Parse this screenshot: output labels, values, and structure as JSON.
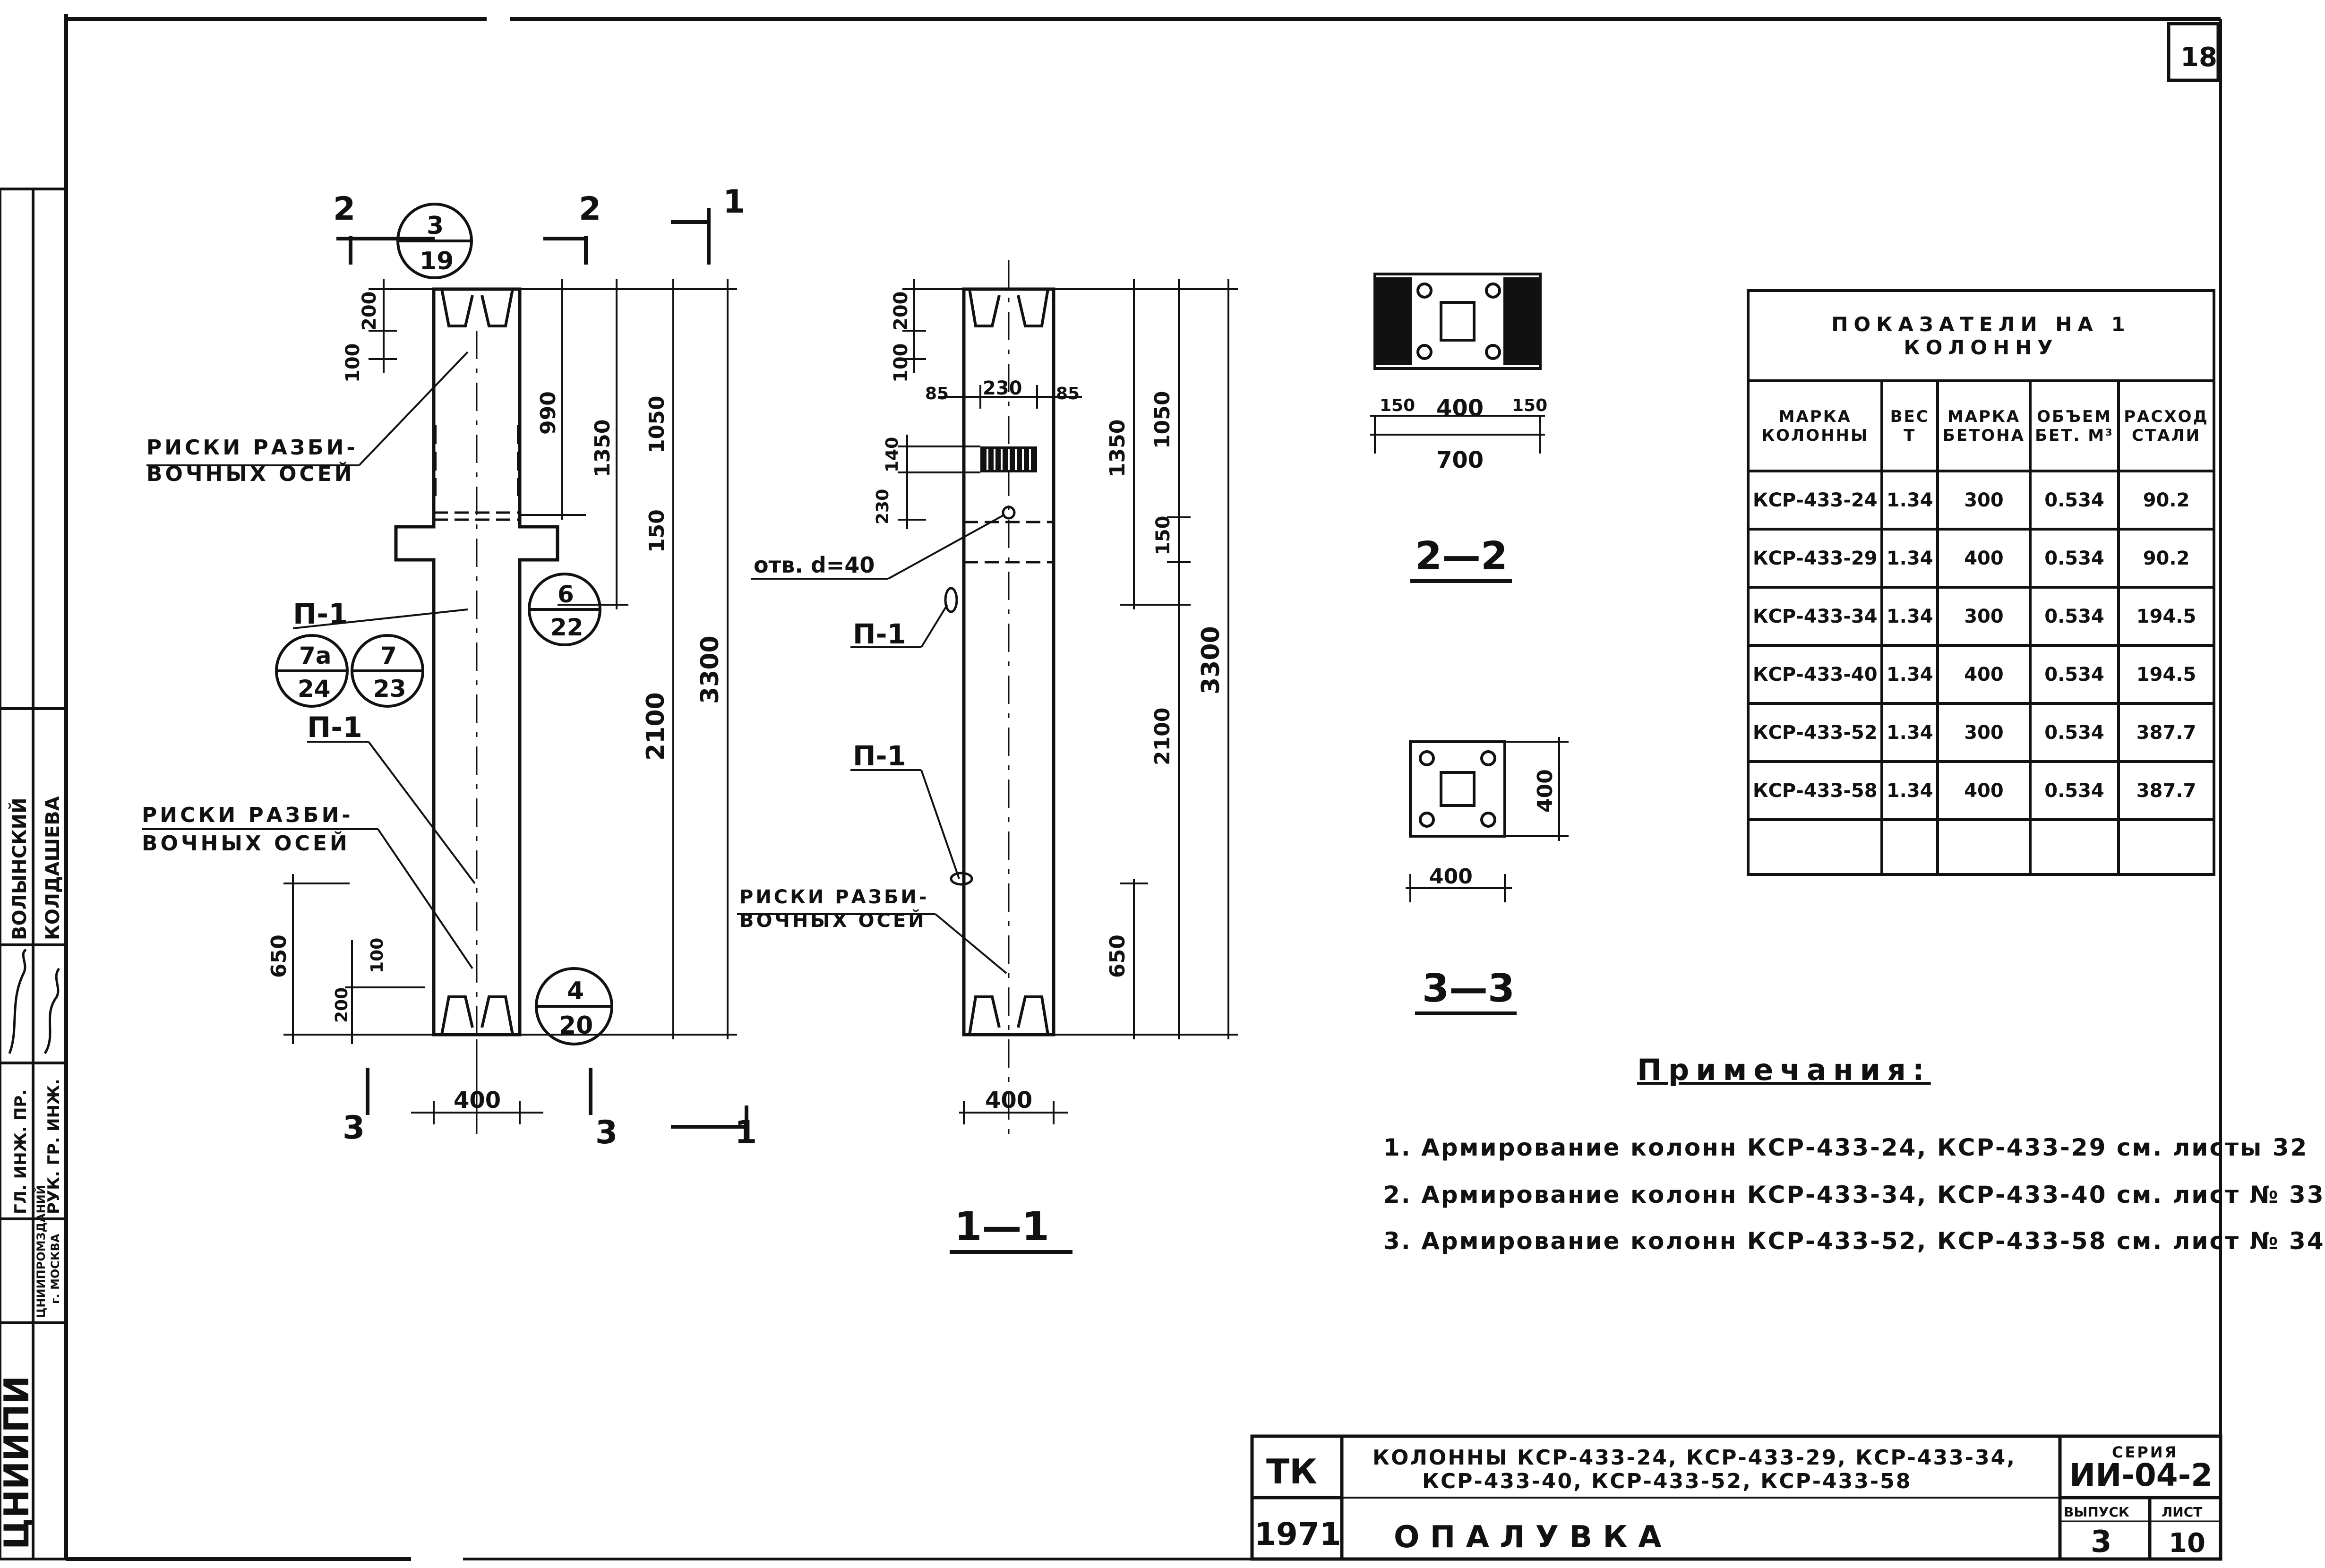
{
  "sheet_number": "18",
  "elevation_a": {
    "section_marks": {
      "top_left": "2",
      "top_right": "2",
      "axis_top": "1",
      "bottom_left": "3",
      "bottom_right": "3",
      "axis_bottom": "1"
    },
    "dims_top": {
      "d100": "100",
      "d200": "200"
    },
    "dims_right": {
      "d990": "990",
      "d1350": "1350",
      "d1050": "1050",
      "d150": "150",
      "d2100": "2100",
      "d3300": "3300"
    },
    "dims_bottom": {
      "d650": "650",
      "d200": "200",
      "d100": "100",
      "width": "400"
    },
    "callouts": [
      {
        "num": "3",
        "den": "19"
      },
      {
        "num": "6",
        "den": "22"
      },
      {
        "num": "7a",
        "den": "24"
      },
      {
        "num": "7",
        "den": "23"
      },
      {
        "num": "4",
        "den": "20"
      }
    ],
    "labels": {
      "risks_top_1": "РИСКИ РАЗБИ-",
      "risks_top_2": "ВОЧНЫХ ОСЕЙ",
      "p1_upper": "П-1",
      "p1_lower": "П-1",
      "risks_bot_1": "РИСКИ РАЗБИ-",
      "risks_bot_2": "ВОЧНЫХ ОСЕЙ"
    }
  },
  "elevation_b": {
    "dims_top": {
      "d100": "100",
      "d200": "200",
      "d85l": "85",
      "d230": "230",
      "d85r": "85",
      "d140": "140",
      "d230v": "230"
    },
    "dims_right": {
      "d1350": "1350",
      "d1050": "1050",
      "d150": "150",
      "d2100": "2100",
      "d3300": "3300",
      "d650": "650"
    },
    "width": "400",
    "labels": {
      "hole": "отв. d=40",
      "p1_upper": "П-1",
      "p1_lower": "П-1",
      "risks_1": "РИСКИ РАЗБИ-",
      "risks_2": "ВОЧНЫХ ОСЕЙ"
    },
    "section_title": "1—1"
  },
  "section_22": {
    "title": "2—2",
    "d150l": "150",
    "d400": "400",
    "d150r": "150",
    "d700": "700"
  },
  "section_33": {
    "title": "3—3",
    "width": "400",
    "height": "400"
  },
  "indicators_table": {
    "caption": "ПОКАЗАТЕЛИ НА 1 КОЛОННУ",
    "headers": [
      [
        "МАРКА",
        "КОЛОННЫ"
      ],
      [
        "ВЕС",
        "Т"
      ],
      [
        "МАРКА",
        "БЕТОНА"
      ],
      [
        "ОБЪЕМ",
        "БЕТ. М³"
      ],
      [
        "РАСХОД",
        "СТАЛИ"
      ]
    ],
    "rows": [
      [
        "КСР-433-24",
        "1.34",
        "300",
        "0.534",
        "90.2"
      ],
      [
        "КСР-433-29",
        "1.34",
        "400",
        "0.534",
        "90.2"
      ],
      [
        "КСР-433-34",
        "1.34",
        "300",
        "0.534",
        "194.5"
      ],
      [
        "КСР-433-40",
        "1.34",
        "400",
        "0.534",
        "194.5"
      ],
      [
        "КСР-433-52",
        "1.34",
        "300",
        "0.534",
        "387.7"
      ],
      [
        "КСР-433-58",
        "1.34",
        "400",
        "0.534",
        "387.7"
      ]
    ]
  },
  "notes": {
    "title": "Примечания:",
    "items": [
      "1. Армирование колонн КСР-433-24, КСР-433-29 см. листы 32",
      "2. Армирование колонн КСР-433-34, КСР-433-40 см. лист № 33",
      "3. Армирование колонн КСР-433-52, КСР-433-58 см. лист № 34"
    ]
  },
  "side_stamp": {
    "org": "ЦНИИПИ",
    "org_sub_1": "ЦНИИПРОМЗДАНИЙ",
    "org_sub_2": "г. МОСКВА",
    "role_1": "ГЛ. ИНЖ. ПР.",
    "role_2": "РУК. ГР. ИНЖ.",
    "name_1": "ВОЛЫНСКИЙ",
    "name_2": "КОЛДАШЕВА"
  },
  "title_block": {
    "org": "ТК",
    "year": "1971",
    "desc_1": "КОЛОННЫ КСР-433-24, КСР-433-29, КСР-433-34,",
    "desc_2": "КСР-433-40, КСР-433-52, КСР-433-58",
    "sheet_title": "О П А Л У В К А",
    "series_label": "СЕРИЯ",
    "series_value": "ИИ-04-2",
    "issue_label": "ВЫПУСК",
    "issue_value": "3",
    "sheet_label": "ЛИСТ",
    "sheet_value": "10"
  }
}
